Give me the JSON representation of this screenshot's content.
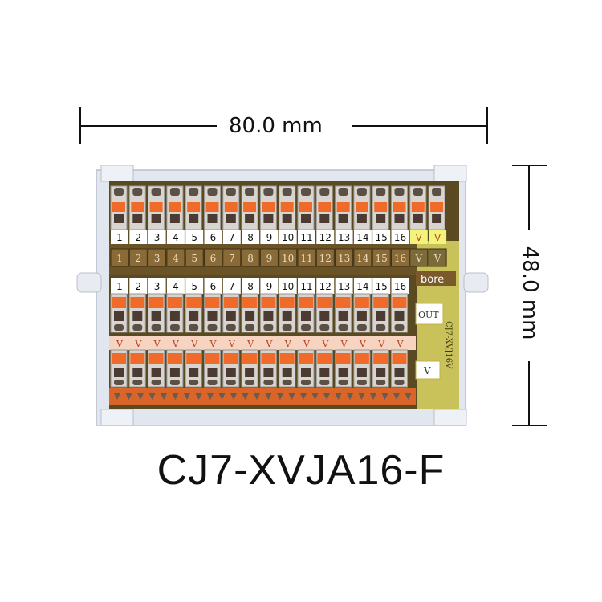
{
  "dimensions": {
    "width_label": "80.0 mm",
    "height_label": "48.0 mm"
  },
  "product": {
    "model": "CJ7-XVJA16-F"
  },
  "board": {
    "channels": [
      "1",
      "2",
      "3",
      "4",
      "5",
      "6",
      "7",
      "8",
      "9",
      "10",
      "11",
      "12",
      "13",
      "14",
      "15",
      "16"
    ],
    "top_row_extra_labels": [
      "V",
      "V"
    ],
    "middle_row_extra_labels": [
      "V",
      "V"
    ],
    "v_label": "V",
    "brand_text": "bore",
    "out_label": "OUT",
    "side_model_text": "CJ7-XVJ16V"
  },
  "colors": {
    "orange_lever": "#f06a2a",
    "terminal_gray": "#d8d4d0",
    "pcb_brown": "#5a4a22",
    "rail_gray": "#e2e6ee",
    "yellow_label": "#f3f27a",
    "pink_label": "#f7d3c2"
  }
}
